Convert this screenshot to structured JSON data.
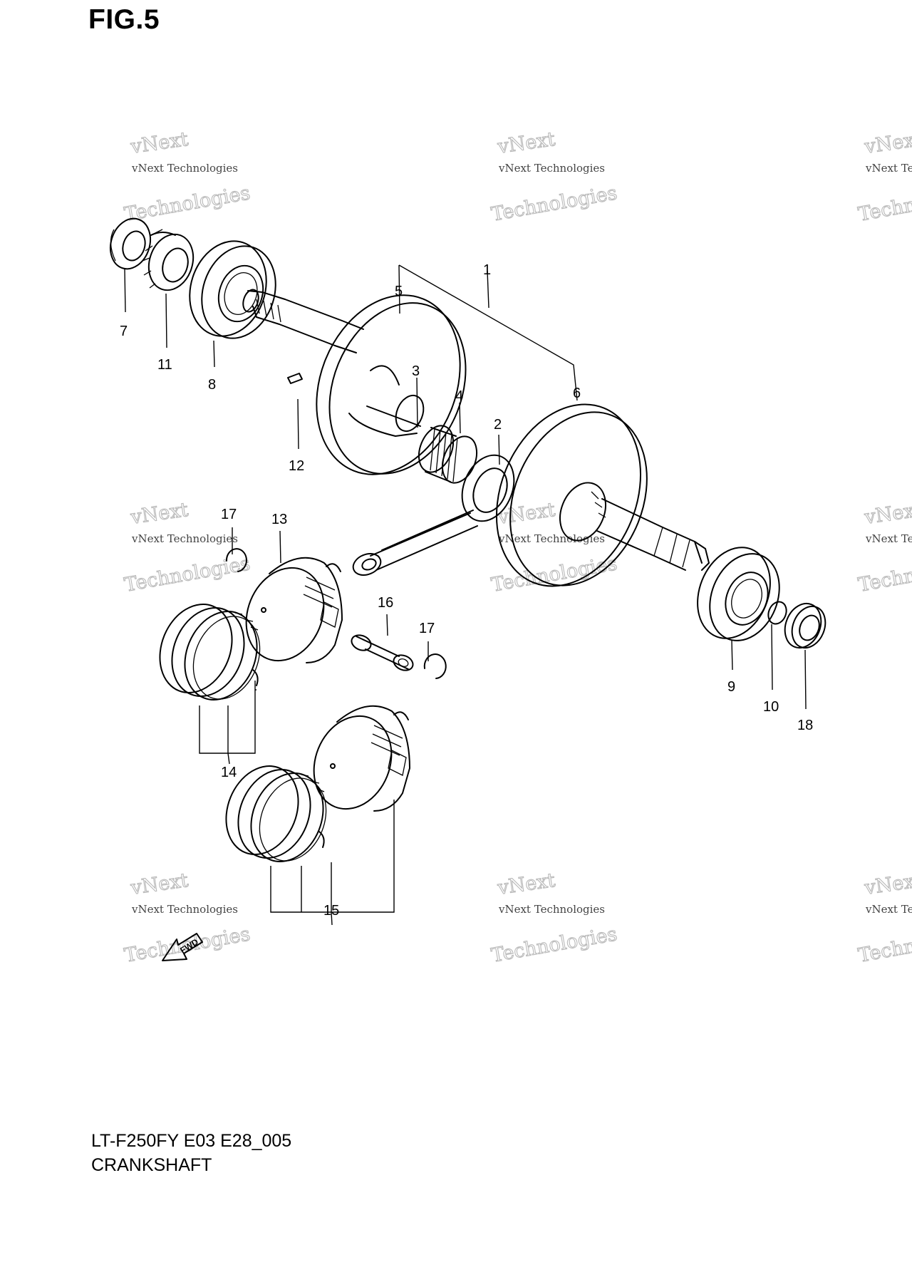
{
  "figure": {
    "title": "FIG.5",
    "model_code": "LT-F250FY E03 E28_005",
    "section_name": "CRANKSHAFT"
  },
  "watermark": {
    "brand_arc": "vNext",
    "line_small": "vNext Technologies",
    "line_large": "Technologies"
  },
  "direction_marker": "FWD",
  "callouts": {
    "c1": "1",
    "c2": "2",
    "c3": "3",
    "c4": "4",
    "c5": "5",
    "c6": "6",
    "c7": "7",
    "c8": "8",
    "c9": "9",
    "c10": "10",
    "c11": "11",
    "c12": "12",
    "c13": "13",
    "c14": "14",
    "c15": "15",
    "c16": "16",
    "c17a": "17",
    "c17b": "17",
    "c18": "18"
  }
}
